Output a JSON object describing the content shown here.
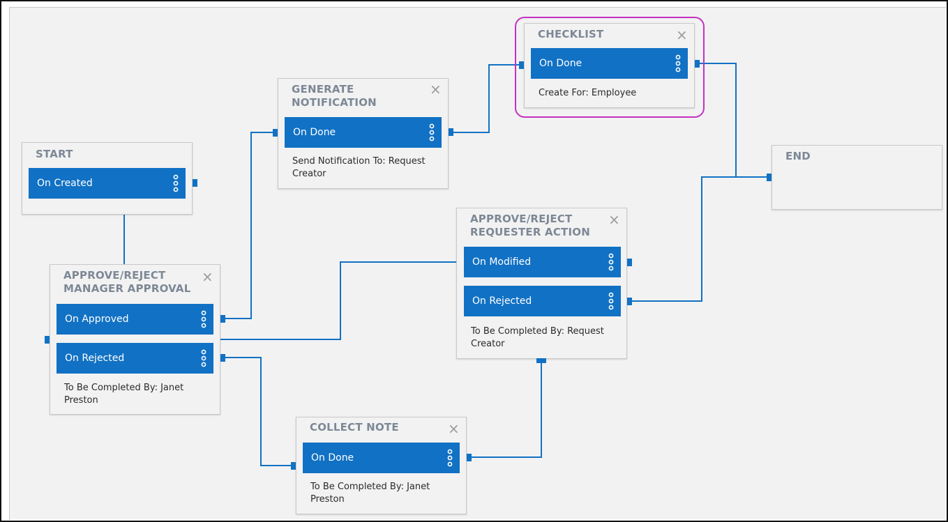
{
  "nodes": {
    "start": {
      "title": "START",
      "triggers": [
        {
          "label": "On Created"
        }
      ]
    },
    "manager_approval": {
      "title_line1": "APPROVE/REJECT",
      "title_line2": "MANAGER APPROVAL",
      "triggers": [
        {
          "label": "On Approved"
        },
        {
          "label": "On Rejected"
        }
      ],
      "desc_line1": "To Be Completed By: Janet",
      "desc_line2": "Preston"
    },
    "generate_notification": {
      "title_line1": "GENERATE",
      "title_line2": "NOTIFICATION",
      "triggers": [
        {
          "label": "On Done"
        }
      ],
      "desc_line1": "Send Notification To: Request",
      "desc_line2": "Creator"
    },
    "checklist": {
      "title": "CHECKLIST",
      "triggers": [
        {
          "label": "On Done"
        }
      ],
      "desc_line1": "Create For: Employee"
    },
    "requester_action": {
      "title_line1": "APPROVE/REJECT",
      "title_line2": "REQUESTER ACTION",
      "triggers": [
        {
          "label": "On Modified"
        },
        {
          "label": "On Rejected"
        }
      ],
      "desc_line1": "To Be Completed By: Request",
      "desc_line2": "Creator"
    },
    "collect_note": {
      "title": "COLLECT NOTE",
      "triggers": [
        {
          "label": "On Done"
        }
      ],
      "desc_line1": "To Be Completed By: Janet",
      "desc_line2": "Preston"
    },
    "end": {
      "title": "END"
    }
  },
  "icons": {
    "close": "×",
    "drag": "drag-handle-icon"
  },
  "colors": {
    "accent": "#1171c4",
    "highlight": "#c330c3",
    "title": "#7d8896",
    "canvas": "#f2f2f2"
  }
}
